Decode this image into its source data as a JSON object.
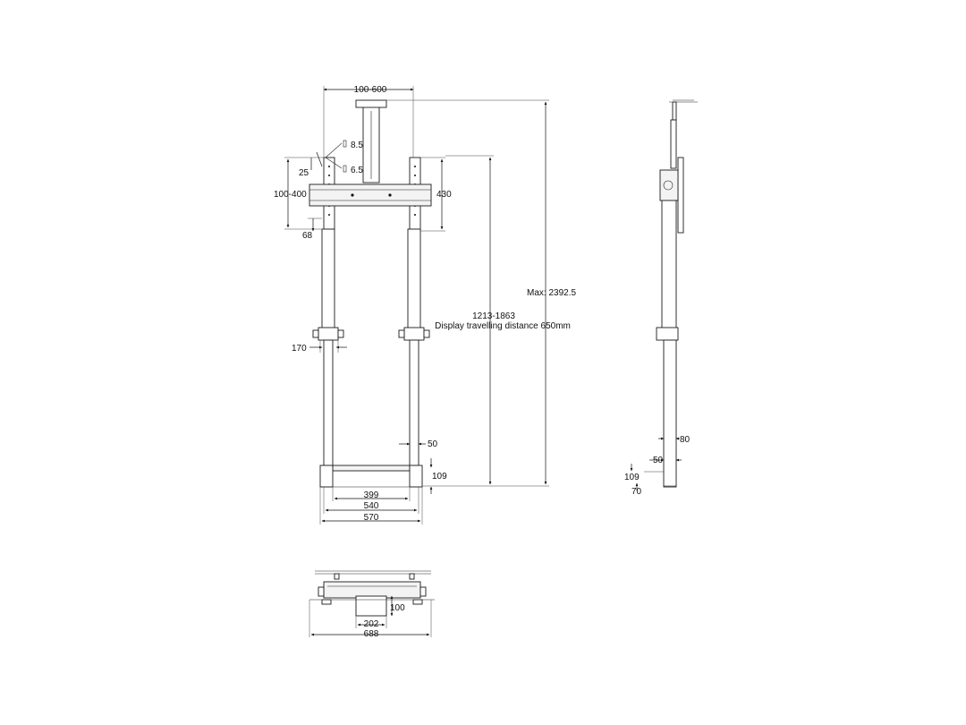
{
  "front_view": {
    "vesa_width": "100-600",
    "hole_large": "8.5",
    "hole_small": "6.5",
    "slot_offset": "25",
    "vesa_height": "100-400",
    "bracket_offset": "68",
    "bracket_height": "430",
    "clamp_width": "170",
    "column_width": "50",
    "base_height": "109",
    "inner_width": "399",
    "base_width_mid": "540",
    "base_width_outer": "570",
    "max_height": "Max: 2392.5",
    "height_range": "1213-1863",
    "travel_note": "Display travelling distance 650mm"
  },
  "side_view": {
    "column_depth": "80",
    "foot_width": "50",
    "foot_height": "109",
    "foot_depth": "70"
  },
  "top_view": {
    "plate_depth": "100",
    "plate_width": "202",
    "overall_width": "688"
  }
}
